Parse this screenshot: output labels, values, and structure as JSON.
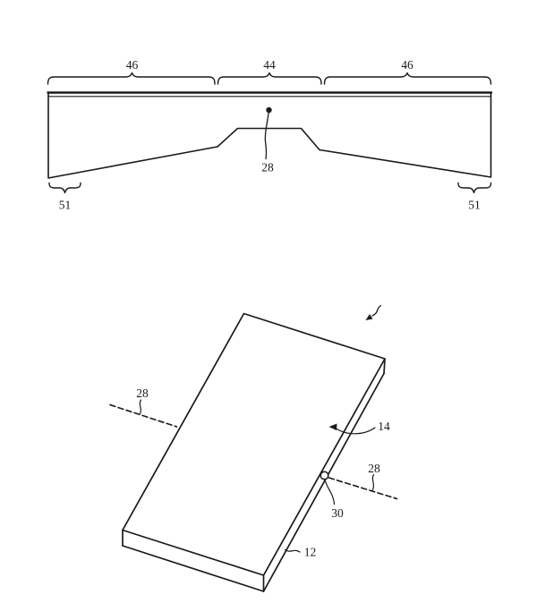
{
  "colors": {
    "line": "#1a1a1a",
    "background": "#ffffff"
  },
  "cross_section": {
    "brace_left": "46",
    "brace_center": "44",
    "brace_right": "46",
    "center_point": "28",
    "edge_left": "51",
    "edge_right": "51"
  },
  "perspective": {
    "section_left": "28",
    "section_right": "28",
    "display": "14",
    "port": "30",
    "housing": "12"
  }
}
